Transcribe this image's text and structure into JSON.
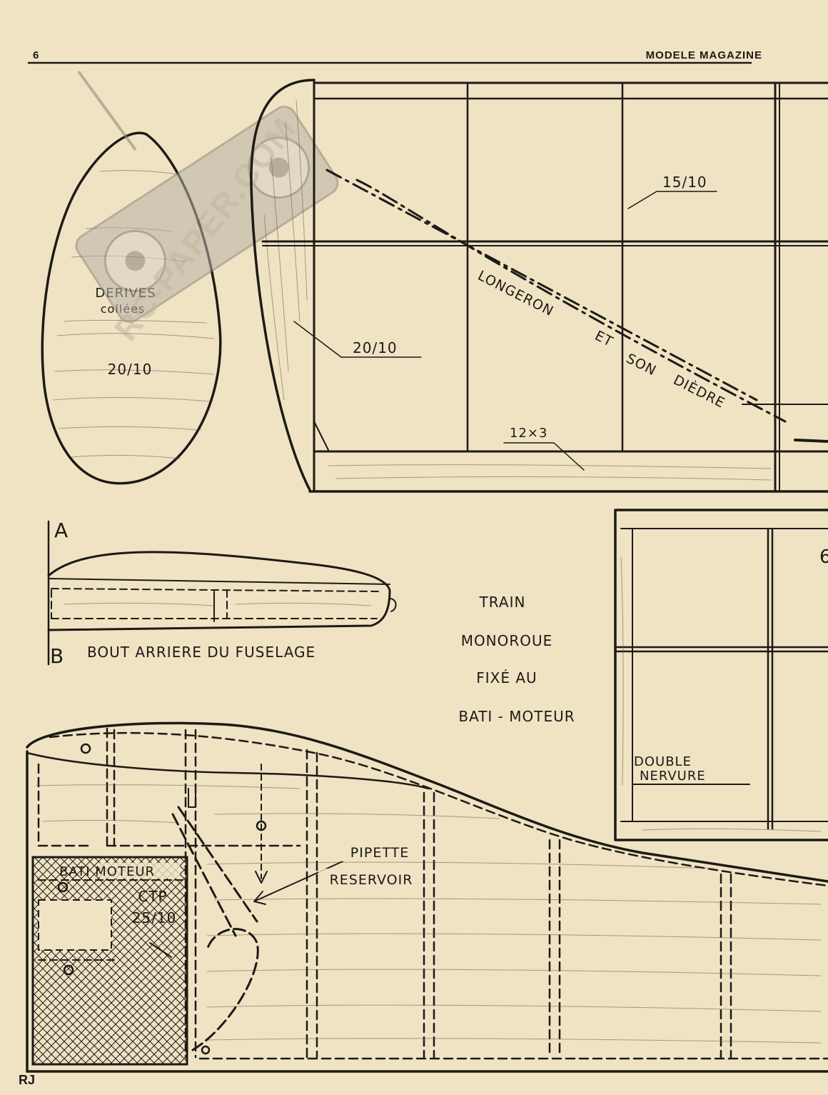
{
  "header": {
    "page_number": "6",
    "magazine_title": "MODELE MAGAZINE"
  },
  "watermark": {
    "text": "RC-PAPER.COM"
  },
  "labels": {
    "derives": "DERIVES",
    "collees": "collées",
    "derive_thickness": "20/10",
    "rib_thickness_top": "15/10",
    "tip_thickness": "20/10",
    "longeron": "LONGERON",
    "et": "ET",
    "son": "SON",
    "diedre": "DIÈDRE",
    "spar_section": "12×3",
    "section_a": "A",
    "section_b": "B",
    "bout_arriere": "BOUT ARRIERE DU FUSELAGE",
    "train": "TRAIN",
    "monoroue": "MONOROUE",
    "fixe_au": "FIXÉ AU",
    "bati_moteur_text": "BATI - MOTEUR",
    "right_digit": "6",
    "double": "DOUBLE",
    "nervure": "NERVURE",
    "pipette": "PIPETTE",
    "reservoir": "RESERVOIR",
    "bati_moteur_box": "BATI MOTEUR",
    "ctp": "CTP",
    "ctp_thickness": "25/10",
    "initials": "RJ"
  },
  "colors": {
    "paper": "#efe3c4",
    "ink": "#1d1a16"
  }
}
